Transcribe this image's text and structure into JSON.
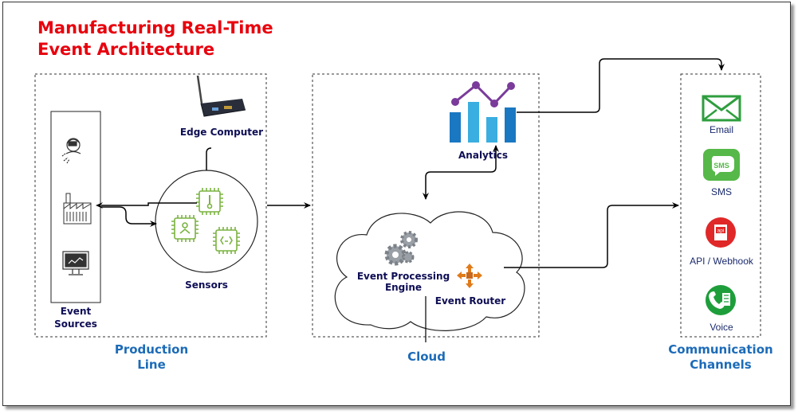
{
  "title": {
    "line1": "Manufacturing Real-Time",
    "line2": "Event Architecture"
  },
  "groups": {
    "production_line": {
      "line1": "Production",
      "line2": "Line"
    },
    "cloud": "Cloud",
    "communication_channels": {
      "line1": "Communication",
      "line2": "Channels"
    }
  },
  "nodes": {
    "edge_computer": "Edge Computer",
    "sensors": "Sensors",
    "event_sources": {
      "line1": "Event",
      "line2": "Sources"
    },
    "analytics": "Analytics",
    "event_processing_engine": {
      "line1": "Event Processing",
      "line2": "Engine"
    },
    "event_router": "Event Router"
  },
  "channels": [
    {
      "label": "Email",
      "icon": "email-icon"
    },
    {
      "label": "SMS",
      "icon": "sms-icon",
      "badge": "SMS"
    },
    {
      "label": "API / Webhook",
      "icon": "api-icon",
      "badge": "api"
    },
    {
      "label": "Voice",
      "icon": "phone-icon"
    }
  ],
  "colors": {
    "title": "#e8000d",
    "node_label": "#0e0e55",
    "group_label": "#1c6bb8",
    "email_green": "#2e9e3e",
    "sms_green": "#55b848",
    "api_red": "#e02828",
    "voice_green": "#1e9e3a",
    "analytics_blue": "#1a78c2",
    "analytics_light": "#3aaee0",
    "analytics_purple": "#7a3b9a",
    "router_orange": "#e07b1a",
    "chip_green": "#7cb342"
  }
}
